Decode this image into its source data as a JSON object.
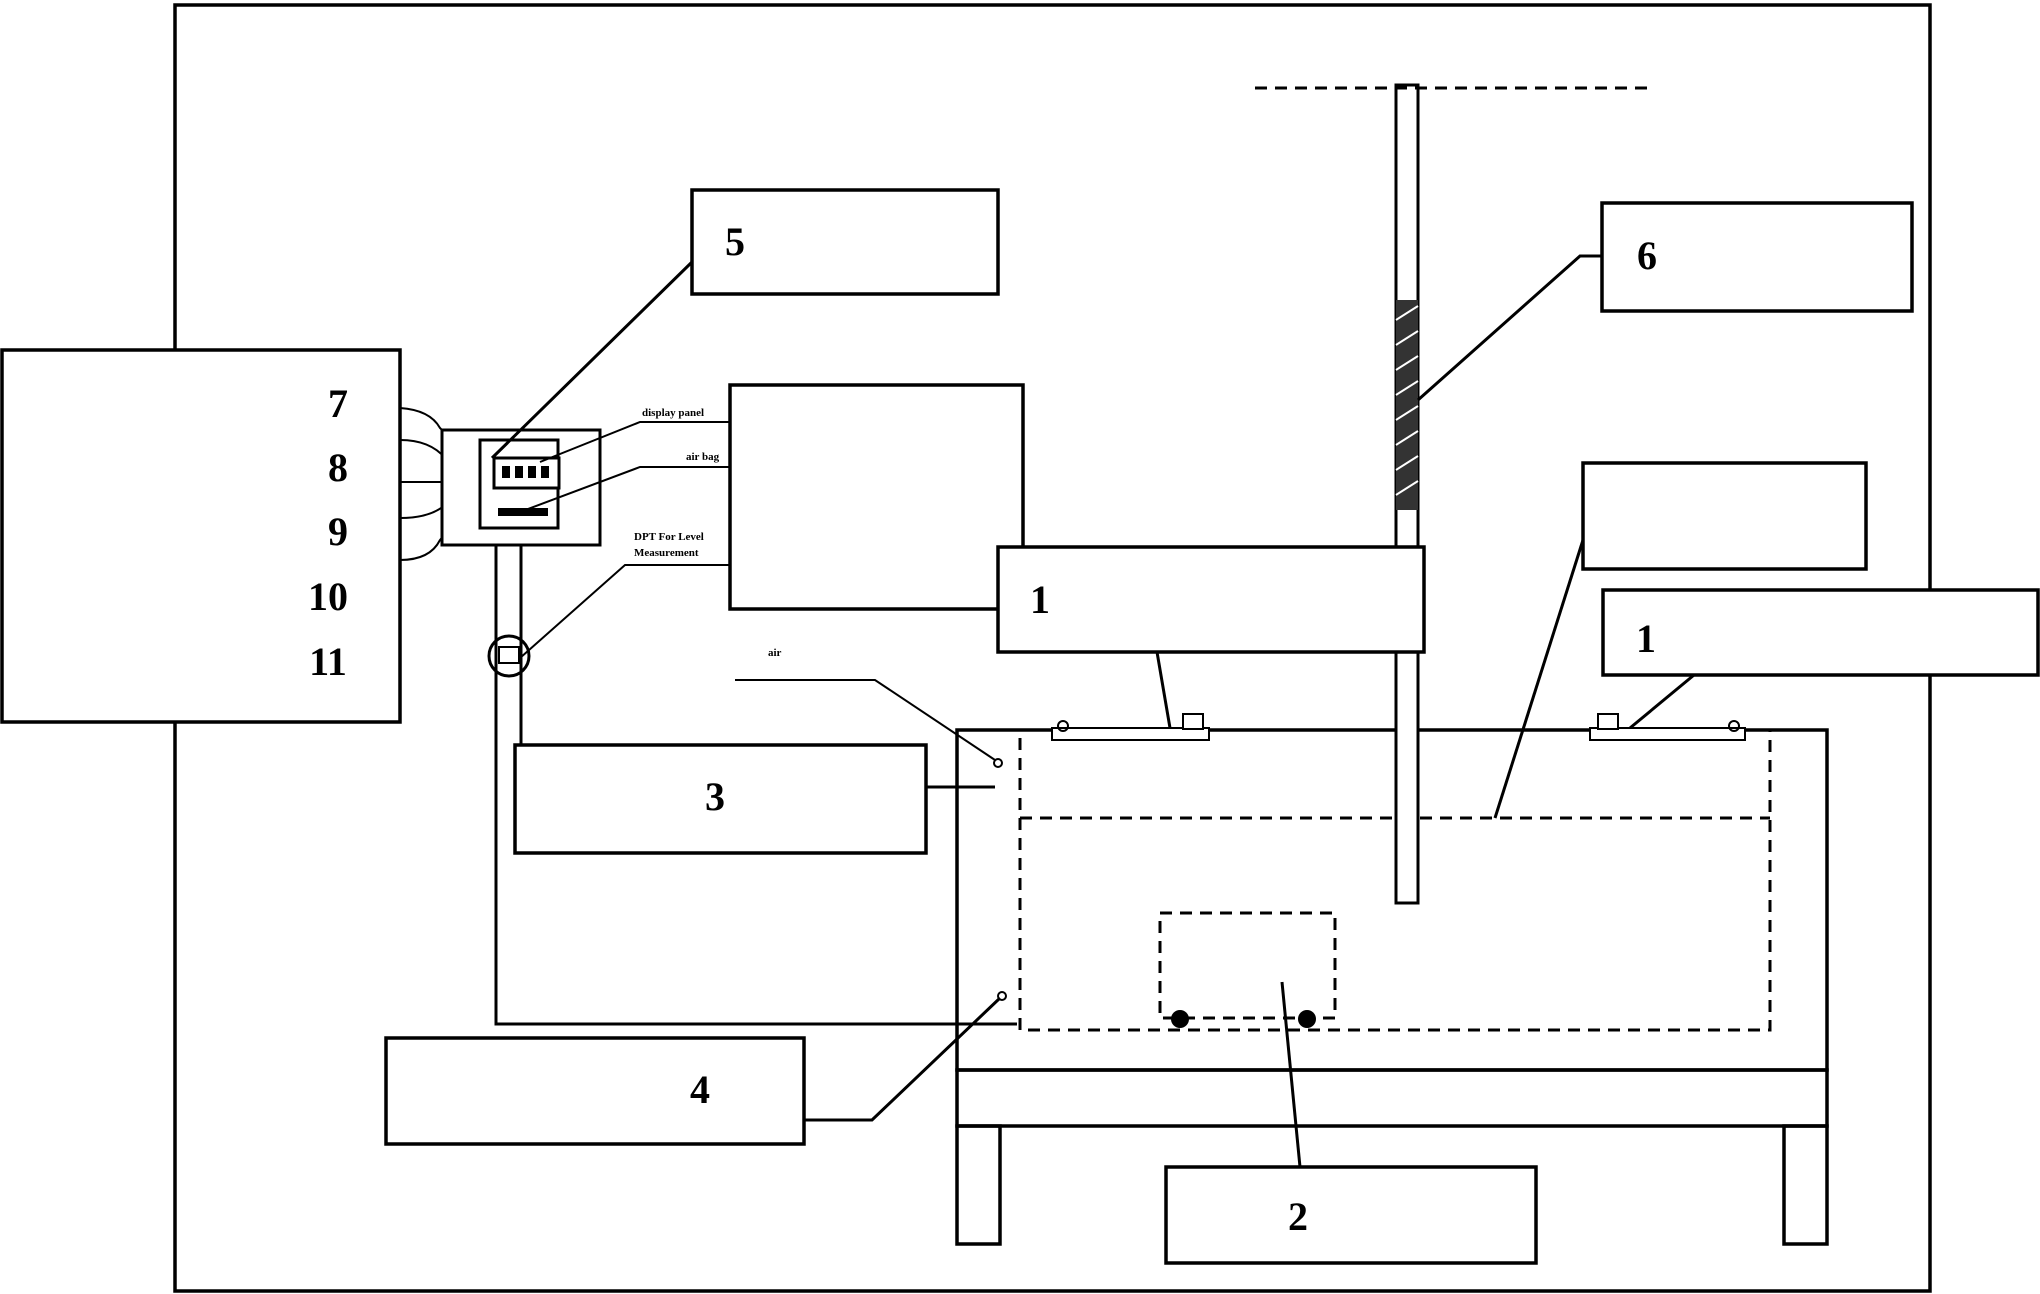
{
  "labels": {
    "box_1a": "1",
    "box_1b": "1",
    "box_2": "2",
    "box_3": "3",
    "box_4": "4",
    "box_5": "5",
    "box_6": "6",
    "side_7": "7",
    "side_8": "8",
    "side_9": "9",
    "side_10": "10",
    "side_11": "11"
  },
  "small_text": {
    "display_panel": "display panel",
    "air_bag": "air bag",
    "dpt": "DPT For Level",
    "measurement": "Measurement",
    "air": "air"
  }
}
